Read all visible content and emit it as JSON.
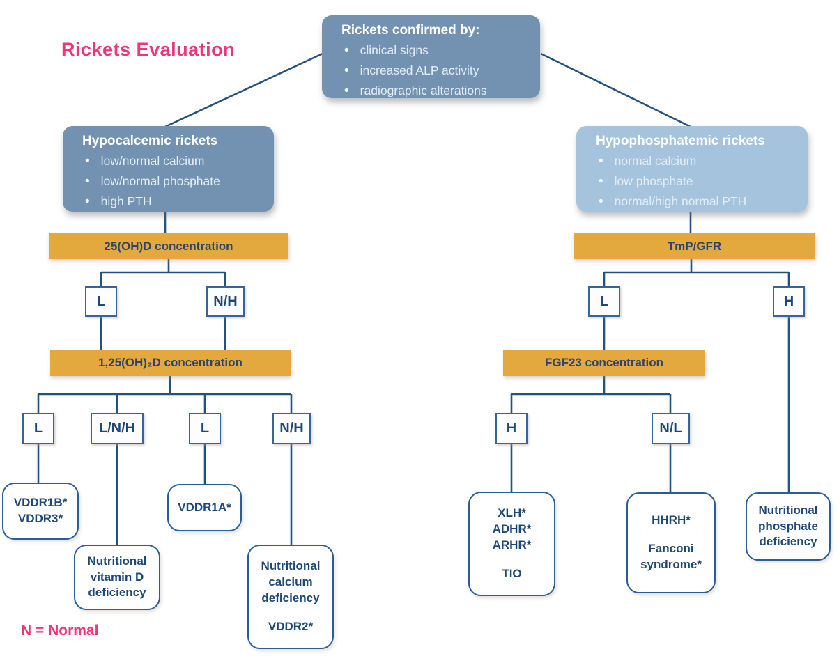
{
  "page": {
    "title": "Rickets Evaluation",
    "legend_note": "N = Normal",
    "background": "#ffffff"
  },
  "colors": {
    "accent_pink": "#f0357b",
    "gold_bar": "#e3a93e",
    "slate_blue_box": "#7392b2",
    "light_blue_box": "#a6c3dd",
    "navy_text": "#1d4877",
    "connector_line": "#24527f"
  },
  "root_box": {
    "title": "Rickets confirmed by:",
    "bullets": [
      "clinical signs",
      "increased ALP activity",
      "radiographic alterations"
    ]
  },
  "left": {
    "header": "Hypocalcemic rickets",
    "header_bullets": [
      "low/normal calcium",
      "low/normal phosphate",
      "high PTH"
    ],
    "test1": "25(OH)D concentration",
    "l1": [
      "L",
      "N/H"
    ],
    "test2": "1,25(OH)₂D concentration",
    "l2": [
      "L",
      "L/N/H",
      "L",
      "N/H"
    ],
    "outcomes": {
      "vddr1b": [
        "VDDR1B*",
        "VDDR3*"
      ],
      "vitd": [
        "Nutritional",
        "vitamin D",
        "deficiency"
      ],
      "vddr1a": [
        "VDDR1A*"
      ],
      "ca_top": [
        "Nutritional",
        "calcium",
        "deficiency"
      ],
      "ca_bottom": [
        "VDDR2*"
      ]
    }
  },
  "right": {
    "header": "Hypophosphatemic rickets",
    "header_bullets": [
      "normal calcium",
      "low phosphate",
      "normal/high normal PTH"
    ],
    "test1": "TmP/GFR",
    "l1": [
      "L",
      "H"
    ],
    "test2": "FGF23 concentration",
    "l2": [
      "H",
      "N/L"
    ],
    "outcomes": {
      "xlh_top": [
        "XLH*",
        "ADHR*",
        "ARHR*"
      ],
      "xlh_bottom": [
        "TIO"
      ],
      "hhrh_top": [
        "HHRH*"
      ],
      "hhrh_bottom": [
        "Fanconi",
        "syndrome*"
      ],
      "phos": [
        "Nutritional",
        "phosphate",
        "deficiency"
      ]
    }
  }
}
